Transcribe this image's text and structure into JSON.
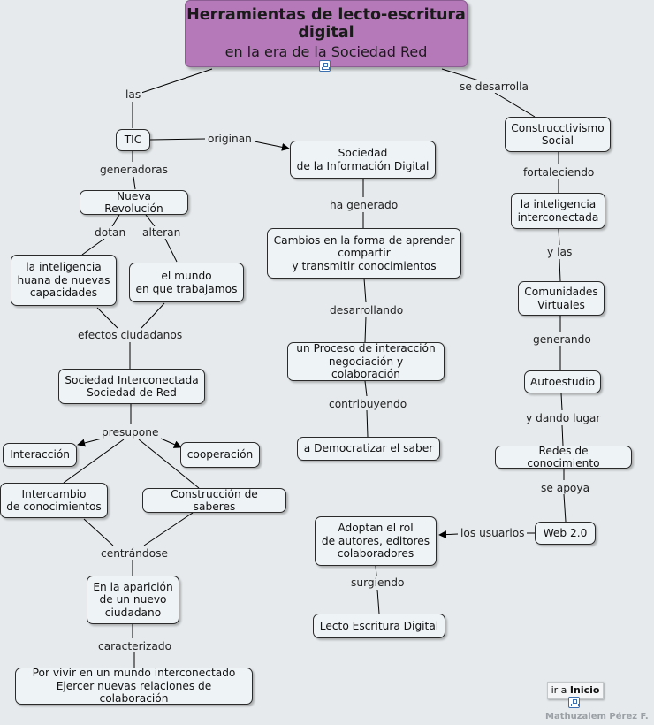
{
  "title": {
    "line1": "Herramientas de lecto-escritura",
    "line2": "digital",
    "line3": "en la era de la Sociedad Red"
  },
  "nodes": {
    "tic": "TIC",
    "sociedad_info": "Sociedad\nde la Información Digital",
    "constructivismo": "Construcctivismo\nSocial",
    "nueva_revolucion": "Nueva Revolución",
    "inteligencia_huana": "la inteligencia\nhuana de nuevas\ncapacidades",
    "mundo_trabajamos": "el mundo\nen que trabajamos",
    "sociedad_interconectada": "Sociedad Interconectada\nSociedad de Red",
    "interaccion": "Interacción",
    "cooperacion": "cooperación",
    "intercambio": "Intercambio\nde conocimientos",
    "construccion": "Construcción de saberes",
    "aparicion": "En la aparición\nde un nuevo\nciudadano",
    "por_vivir": "Por vivir en un mundo interconectado\nEjercer nuevas relaciones de colaboración",
    "cambios": "Cambios en la forma de aprender\ncompartir\ny transmitir conocimientos",
    "proceso": "un Proceso de interacción\nnegociación y colaboración",
    "democratizar": "a Democratizar el saber",
    "adoptan": "Adoptan el rol\nde autores, editores\ncolaboradores",
    "lecto": "Lecto Escritura Digital",
    "inteligencia_interconectada": "la inteligencia\ninterconectada",
    "comunidades": "Comunidades\nVirtuales",
    "autoestudio": "Autoestudio",
    "redes": "Redes de conocimiento",
    "web20": "Web 2.0"
  },
  "labels": {
    "las": "las",
    "se_desarrolla": "se desarrolla",
    "originan": "originan",
    "generadoras": "generadoras",
    "dotan": "dotan",
    "alteran": "alteran",
    "efectos": "efectos ciudadanos",
    "presupone": "presupone",
    "centrandose": "centrándose",
    "caracterizado": "caracterizado",
    "ha_generado": "ha generado",
    "desarrollando": "desarrollando",
    "contribuyendo": "contribuyendo",
    "surgiendo": "surgiendo",
    "los_usuarios": "los usuarios",
    "fortaleciendo": "fortaleciendo",
    "y_las": "y las",
    "generando": "generando",
    "y_dando_lugar": "y dando lugar",
    "se_apoya": "se apoya"
  },
  "footer": {
    "ir_a": "ir a",
    "inicio": "Inicio",
    "author": "Mathuzalem Pérez F."
  },
  "colors": {
    "title_bg": "#b579b9",
    "node_bg": "#eef3f6",
    "background": "#e6eaec"
  }
}
